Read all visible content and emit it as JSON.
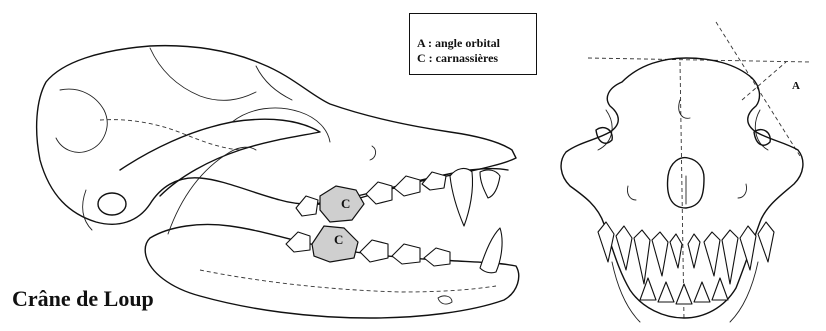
{
  "title": "Crâne de Loup",
  "legend": {
    "line_a": "A : angle orbital",
    "line_c": "C : carnassières"
  },
  "labels": {
    "angle": "A",
    "carnassial": "C"
  }
}
